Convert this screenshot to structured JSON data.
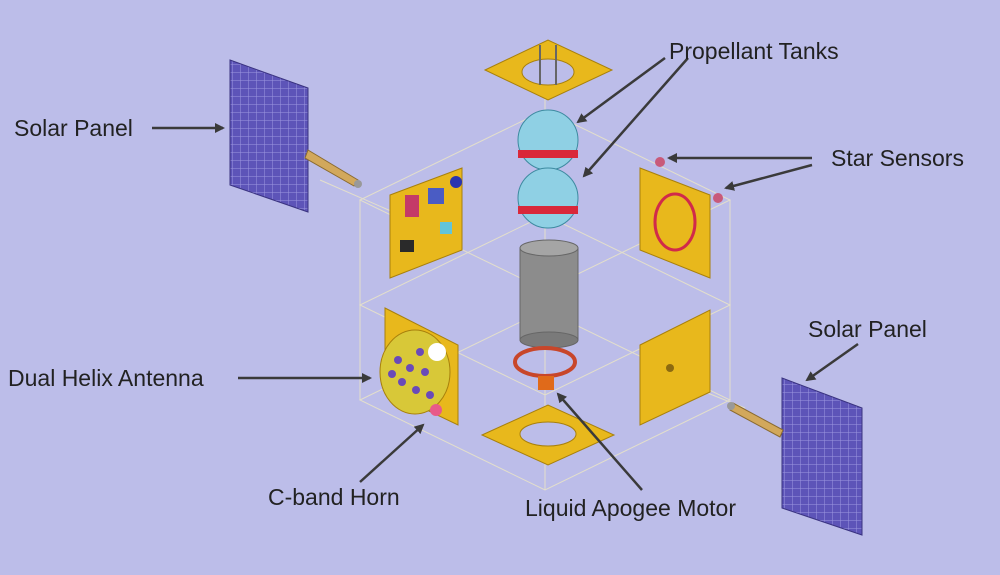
{
  "background_color": "#bcbde9",
  "accent_colors": {
    "panel_gold": "#e8b81c",
    "solar_cell": "#5d54b8",
    "tank": "#8fd0e4",
    "tank_band": "#d9283a",
    "cylinder": "#8c8c8c",
    "arrow": "#3a3a3a"
  },
  "labels": {
    "propellant_tanks": "Propellant Tanks",
    "solar_panel_left": "Solar Panel",
    "star_sensors": "Star Sensors",
    "solar_panel_right": "Solar Panel",
    "dual_helix_antenna": "Dual Helix Antenna",
    "c_band_horn": "C-band Horn",
    "liquid_apogee_motor": "Liquid Apogee Motor"
  }
}
